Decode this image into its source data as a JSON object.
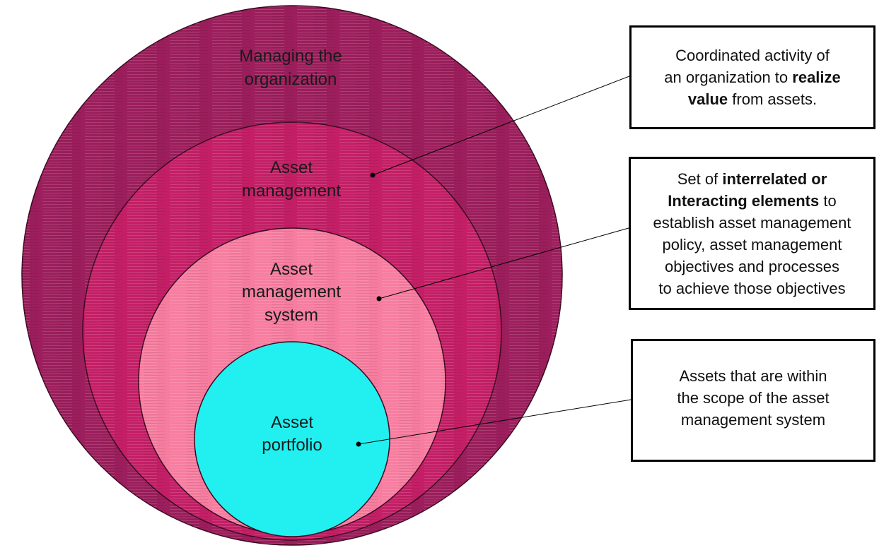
{
  "circles": {
    "organization": {
      "line1": "Managing the",
      "line2": "organization",
      "color": "#9c1e5c"
    },
    "asset_management": {
      "line1": "Asset",
      "line2": "management",
      "color": "#c41f66"
    },
    "am_system": {
      "line1": "Asset",
      "line2": "management",
      "line3": "system",
      "color": "#f77da0"
    },
    "portfolio": {
      "line1": "Asset",
      "line2": "portfolio",
      "color": "#22f0f0"
    }
  },
  "callouts": {
    "asset_management": {
      "l1": "Coordinated activity of",
      "l2a": "an organization to ",
      "l2b": "realize",
      "l3a": "value",
      "l3b": " from assets."
    },
    "am_system": {
      "l1a": "Set of ",
      "l1b": "interrelated or",
      "l2a": "Interacting elements",
      "l2b": " to",
      "l3": "establish asset management",
      "l4": "policy, asset management",
      "l5": "objectives and processes",
      "l6": "to achieve those objectives"
    },
    "portfolio": {
      "l1": "Assets that are within",
      "l2": "the scope of the asset",
      "l3": "management system"
    }
  },
  "colors": {
    "border": "#000000",
    "leader_line": "#000000",
    "dot": "#000000"
  }
}
